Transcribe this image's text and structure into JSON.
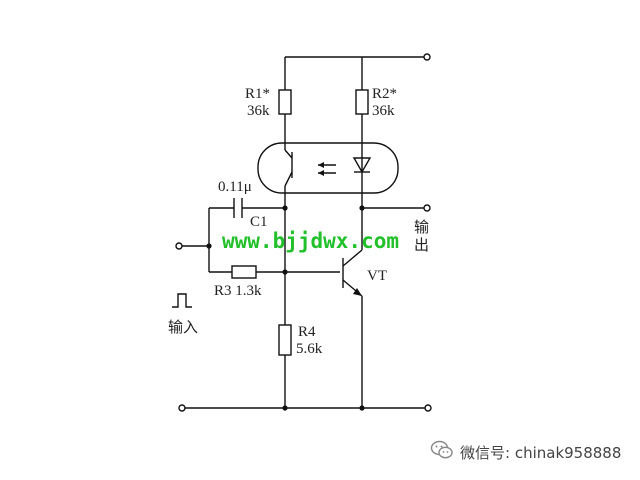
{
  "labels": {
    "r1": "R1*",
    "r1_value": "36k",
    "r2": "R2*",
    "r2_value": "36k",
    "c1_value": "0.11μ",
    "c1": "C1",
    "output": "输\n出",
    "vt": "VT",
    "r3": "R3 1.3k",
    "r4": "R4",
    "r4_value": "5.6k",
    "input": "输入"
  },
  "watermark": "www.bjjdwx.com",
  "footer": {
    "icon": "wechat-icon",
    "text": "微信号: chinak958888"
  },
  "colors": {
    "watermark": "#22c02a",
    "line": "#111111"
  }
}
